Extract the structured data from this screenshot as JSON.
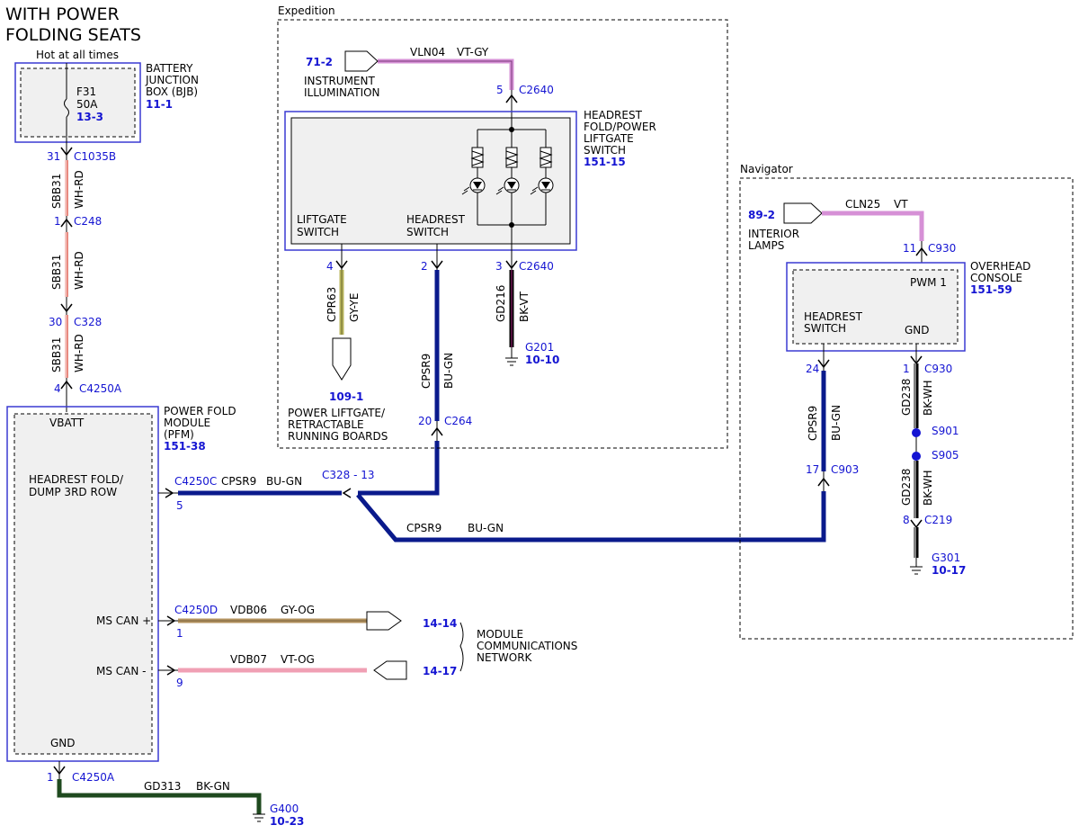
{
  "title": [
    "WITH POWER",
    "FOLDING SEATS"
  ],
  "battery": {
    "hot_label": "Hot at all times",
    "box_name": [
      "BATTERY",
      "JUNCTION",
      "BOX (BJB)"
    ],
    "box_ref": "11-1",
    "fuse_id": "F31",
    "fuse_rating": "50A",
    "fuse_ref": "13-3"
  },
  "sbb31": {
    "circuit": "SBB31",
    "color": "WH-RD",
    "connectors": [
      {
        "pin": "31",
        "name": "C1035B"
      },
      {
        "pin": "1",
        "name": "C248"
      },
      {
        "pin": "30",
        "name": "C328"
      },
      {
        "pin": "4",
        "name": "C4250A"
      }
    ]
  },
  "pfm": {
    "name": [
      "POWER FOLD",
      "MODULE",
      "(PFM)"
    ],
    "ref": "151-38",
    "vbatt": "VBATT",
    "headrest": [
      "HEADREST FOLD/",
      "DUMP 3RD ROW"
    ],
    "ms_can_plus": "MS CAN +",
    "ms_can_minus": "MS CAN -",
    "gnd": "GND"
  },
  "cpsr9_main": {
    "connector": "C4250C",
    "pin": "5",
    "circuit": "CPSR9",
    "color": "BU-GN",
    "splice_conn": "C328 - 13",
    "lower_circuit": "CPSR9",
    "lower_color": "BU-GN"
  },
  "can": {
    "plus": {
      "connector": "C4250D",
      "pin": "1",
      "circuit": "VDB06",
      "color": "GY-OG",
      "ref": "14-14"
    },
    "minus": {
      "pin": "9",
      "circuit": "VDB07",
      "color": "VT-OG",
      "ref": "14-17"
    },
    "network": [
      "MODULE",
      "COMMUNICATIONS",
      "NETWORK"
    ]
  },
  "pfm_ground": {
    "pin": "1",
    "connector": "C4250A",
    "circuit": "GD313",
    "color": "BK-GN",
    "ground": "G400",
    "ref": "10-23"
  },
  "expedition": {
    "label": "Expedition",
    "ill_ref": "71-2",
    "ill_name": [
      "INSTRUMENT",
      "ILLUMINATION"
    ],
    "vln04": "VLN04",
    "vln04_color": "VT-GY",
    "pin5": "5",
    "c2640": "C2640",
    "switch_name": [
      "HEADREST",
      "FOLD/POWER",
      "LIFTGATE",
      "SWITCH"
    ],
    "switch_ref": "151-15",
    "liftgate_sw": [
      "LIFTGATE",
      "SWITCH"
    ],
    "headrest_sw": [
      "HEADREST",
      "SWITCH"
    ],
    "pin4": "4",
    "pin2": "2",
    "pin3": "3",
    "c2640b": "C2640",
    "cpr63": "CPR63",
    "cpr63_color": "GY-YE",
    "cpsr9": "CPSR9",
    "cpsr9_color": "BU-GN",
    "gd216": "GD216",
    "gd216_color": "BK-VT",
    "g201": "G201",
    "g201_ref": "10-10",
    "liftgate_ref": "109-1",
    "liftgate_name": [
      "POWER LIFTGATE/",
      "RETRACTABLE",
      "RUNNING BOARDS"
    ],
    "pin20": "20",
    "c264": "C264"
  },
  "navigator": {
    "label": "Navigator",
    "lamps_ref": "89-2",
    "lamps_name": [
      "INTERIOR",
      "LAMPS"
    ],
    "cln25": "CLN25",
    "cln25_color": "VT",
    "pin11": "11",
    "c930": "C930",
    "console_name": [
      "OVERHEAD",
      "CONSOLE"
    ],
    "console_ref": "151-59",
    "pwm": "PWM 1",
    "headrest_sw": [
      "HEADREST",
      "SWITCH"
    ],
    "gnd": "GND",
    "pin24": "24",
    "pin1": "1",
    "c930b": "C930",
    "cpsr9": "CPSR9",
    "cpsr9_color": "BU-GN",
    "gd238": "GD238",
    "gd238_color": "BK-WH",
    "s901": "S901",
    "s905": "S905",
    "pin17": "17",
    "c903": "C903",
    "gd238b": "GD238",
    "gd238b_color": "BK-WH",
    "pin8": "8",
    "c219": "C219",
    "g301": "G301",
    "g301_ref": "10-17"
  },
  "colors": {
    "wire_bu_gn": "#0a1a8c",
    "wire_vt": "#d690d6",
    "wire_gy_og": "#b4935f",
    "wire_vt_og": "#f0a0b4",
    "wire_bk_gn": "#1f4a1f",
    "wire_gy_ye": "#b9b65e",
    "wire_wh_rd": "#e88a80",
    "ref_blue": "#1414d2",
    "box_blue": "#3a3ad2"
  }
}
